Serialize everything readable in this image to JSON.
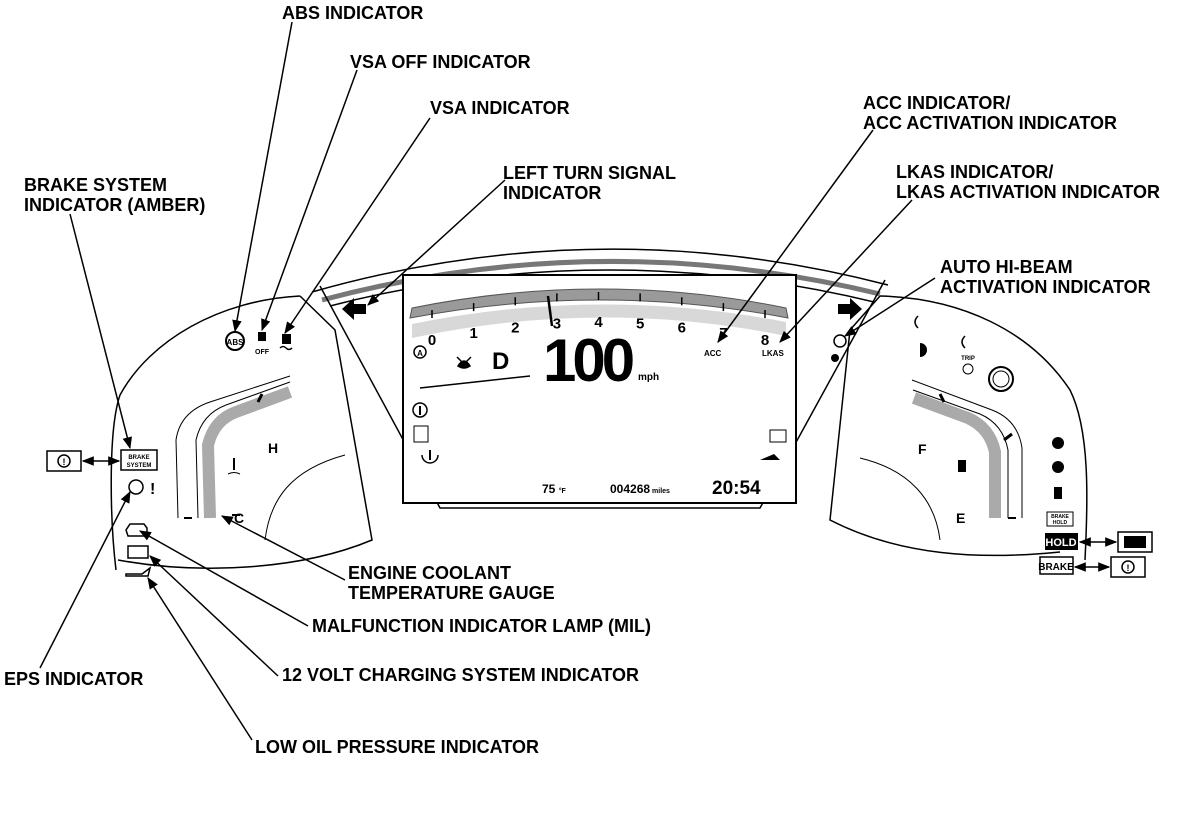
{
  "callouts": {
    "abs": "ABS INDICATOR",
    "vsa_off": "VSA OFF INDICATOR",
    "vsa": "VSA INDICATOR",
    "left_turn_1": "LEFT TURN SIGNAL",
    "left_turn_2": "INDICATOR",
    "brake_system_1": "BRAKE SYSTEM",
    "brake_system_2": "INDICATOR (AMBER)",
    "acc_1": "ACC INDICATOR/",
    "acc_2": "ACC ACTIVATION INDICATOR",
    "lkas_1": "LKAS INDICATOR/",
    "lkas_2": "LKAS ACTIVATION INDICATOR",
    "auto_hibeam_1": "AUTO HI-BEAM",
    "auto_hibeam_2": "ACTIVATION INDICATOR",
    "coolant_1": "ENGINE COOLANT",
    "coolant_2": "TEMPERATURE GAUGE",
    "mil": "MALFUNCTION INDICATOR LAMP (MIL)",
    "eps": "EPS INDICATOR",
    "charging": "12 VOLT CHARGING SYSTEM INDICATOR",
    "oil": "LOW OIL PRESSURE INDICATOR"
  },
  "display": {
    "tach_ticks": [
      "0",
      "1",
      "2",
      "3",
      "4",
      "5",
      "6",
      "7",
      "8"
    ],
    "gear": "D",
    "speed": "100",
    "speed_unit": "mph",
    "acc_label": "ACC",
    "lkas_label": "LKAS",
    "temperature": "75",
    "temperature_unit": "°F",
    "odometer": "004268",
    "odometer_unit": "miles",
    "clock": "20:54"
  },
  "left_gauge": {
    "hot": "H",
    "cold": "C",
    "brake_box_1": "BRAKE",
    "brake_box_2": "SYSTEM"
  },
  "right_gauge": {
    "full": "F",
    "empty": "E",
    "trip": "TRIP",
    "hold": "HOLD",
    "brake": "BRAKE",
    "brake_hold_1": "BRAKE",
    "brake_hold_2": "HOLD"
  }
}
